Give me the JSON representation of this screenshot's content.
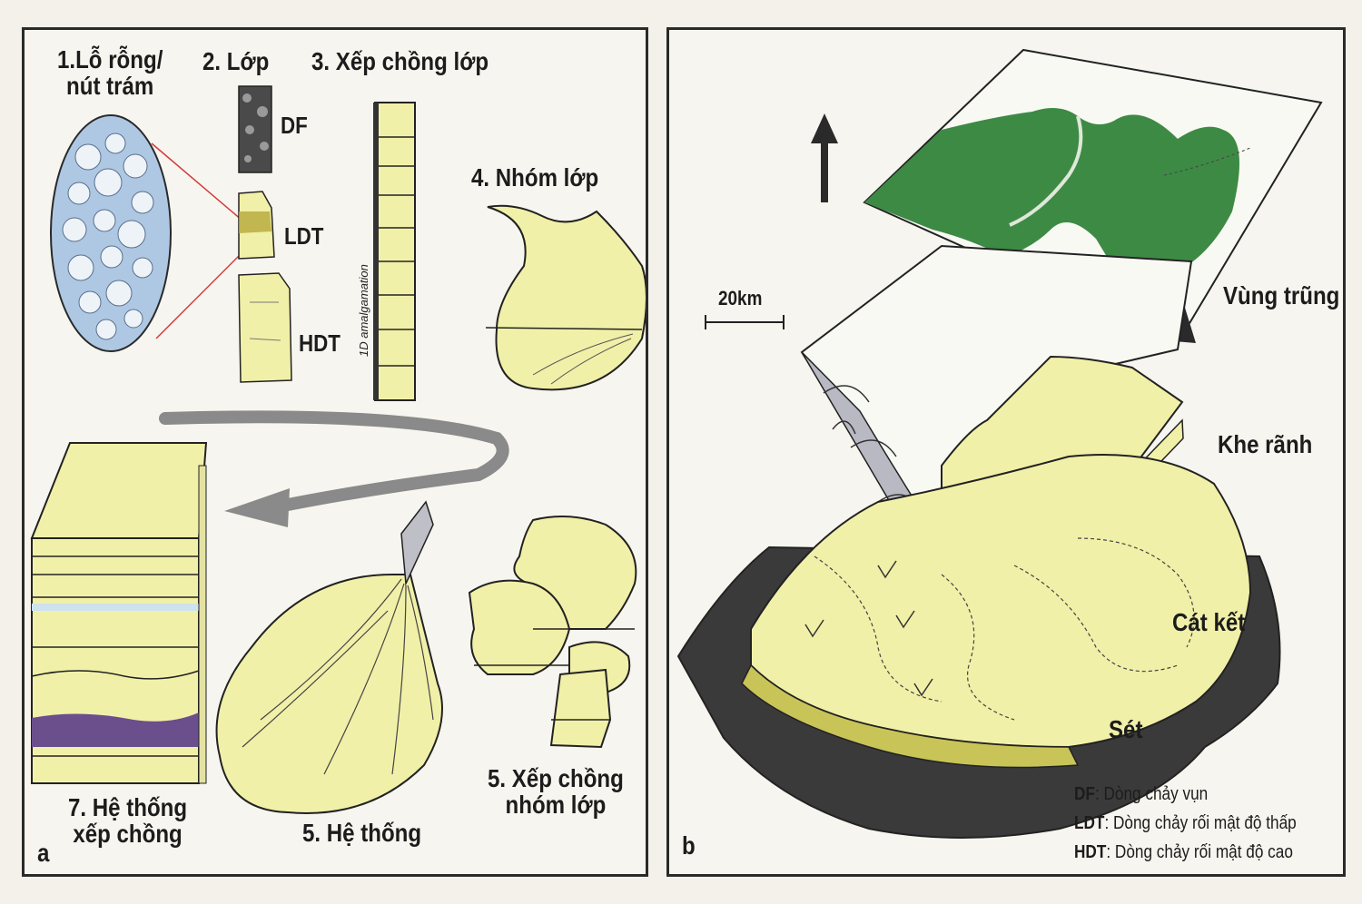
{
  "panel_a": {
    "letter": "a",
    "labels": {
      "pore": "1.Lỗ rỗng/\nnút trám",
      "layer": "2. Lớp",
      "stacked_layers": "3. Xếp chồng lớp",
      "layer_group": "4. Nhóm lớp",
      "df": "DF",
      "ldt": "LDT",
      "hdt": "HDT",
      "amalgamation": "1D amalgamation",
      "stacked_groups": "5. Xếp chồng\nnhóm lớp",
      "system": "5. Hệ thống",
      "stacked_system": "7. Hệ thống\nxếp chồng"
    }
  },
  "panel_b": {
    "letter": "b",
    "scale": "20km",
    "labels": {
      "depression": "Vùng trũng",
      "channel": "Khe rãnh",
      "sandstone": "Cát kết",
      "clay": "Sét"
    },
    "legend": [
      {
        "abbr": "DF",
        "desc": ": Dòng chảy vụn"
      },
      {
        "abbr": "LDT",
        "desc": ": Dòng chảy rối mật độ thấp"
      },
      {
        "abbr": "HDT",
        "desc": ": Dòng chảy rối mật độ cao"
      }
    ]
  },
  "colors": {
    "sand": "#f1f0a8",
    "sand_dark": "#d9d96a",
    "pore": "#aec8e4",
    "green": "#3d8a45",
    "shale": "#3a3a3a",
    "arrow": "#8a8a8a",
    "purple": "#6b4e8c",
    "slope": "#b9b9c4"
  }
}
